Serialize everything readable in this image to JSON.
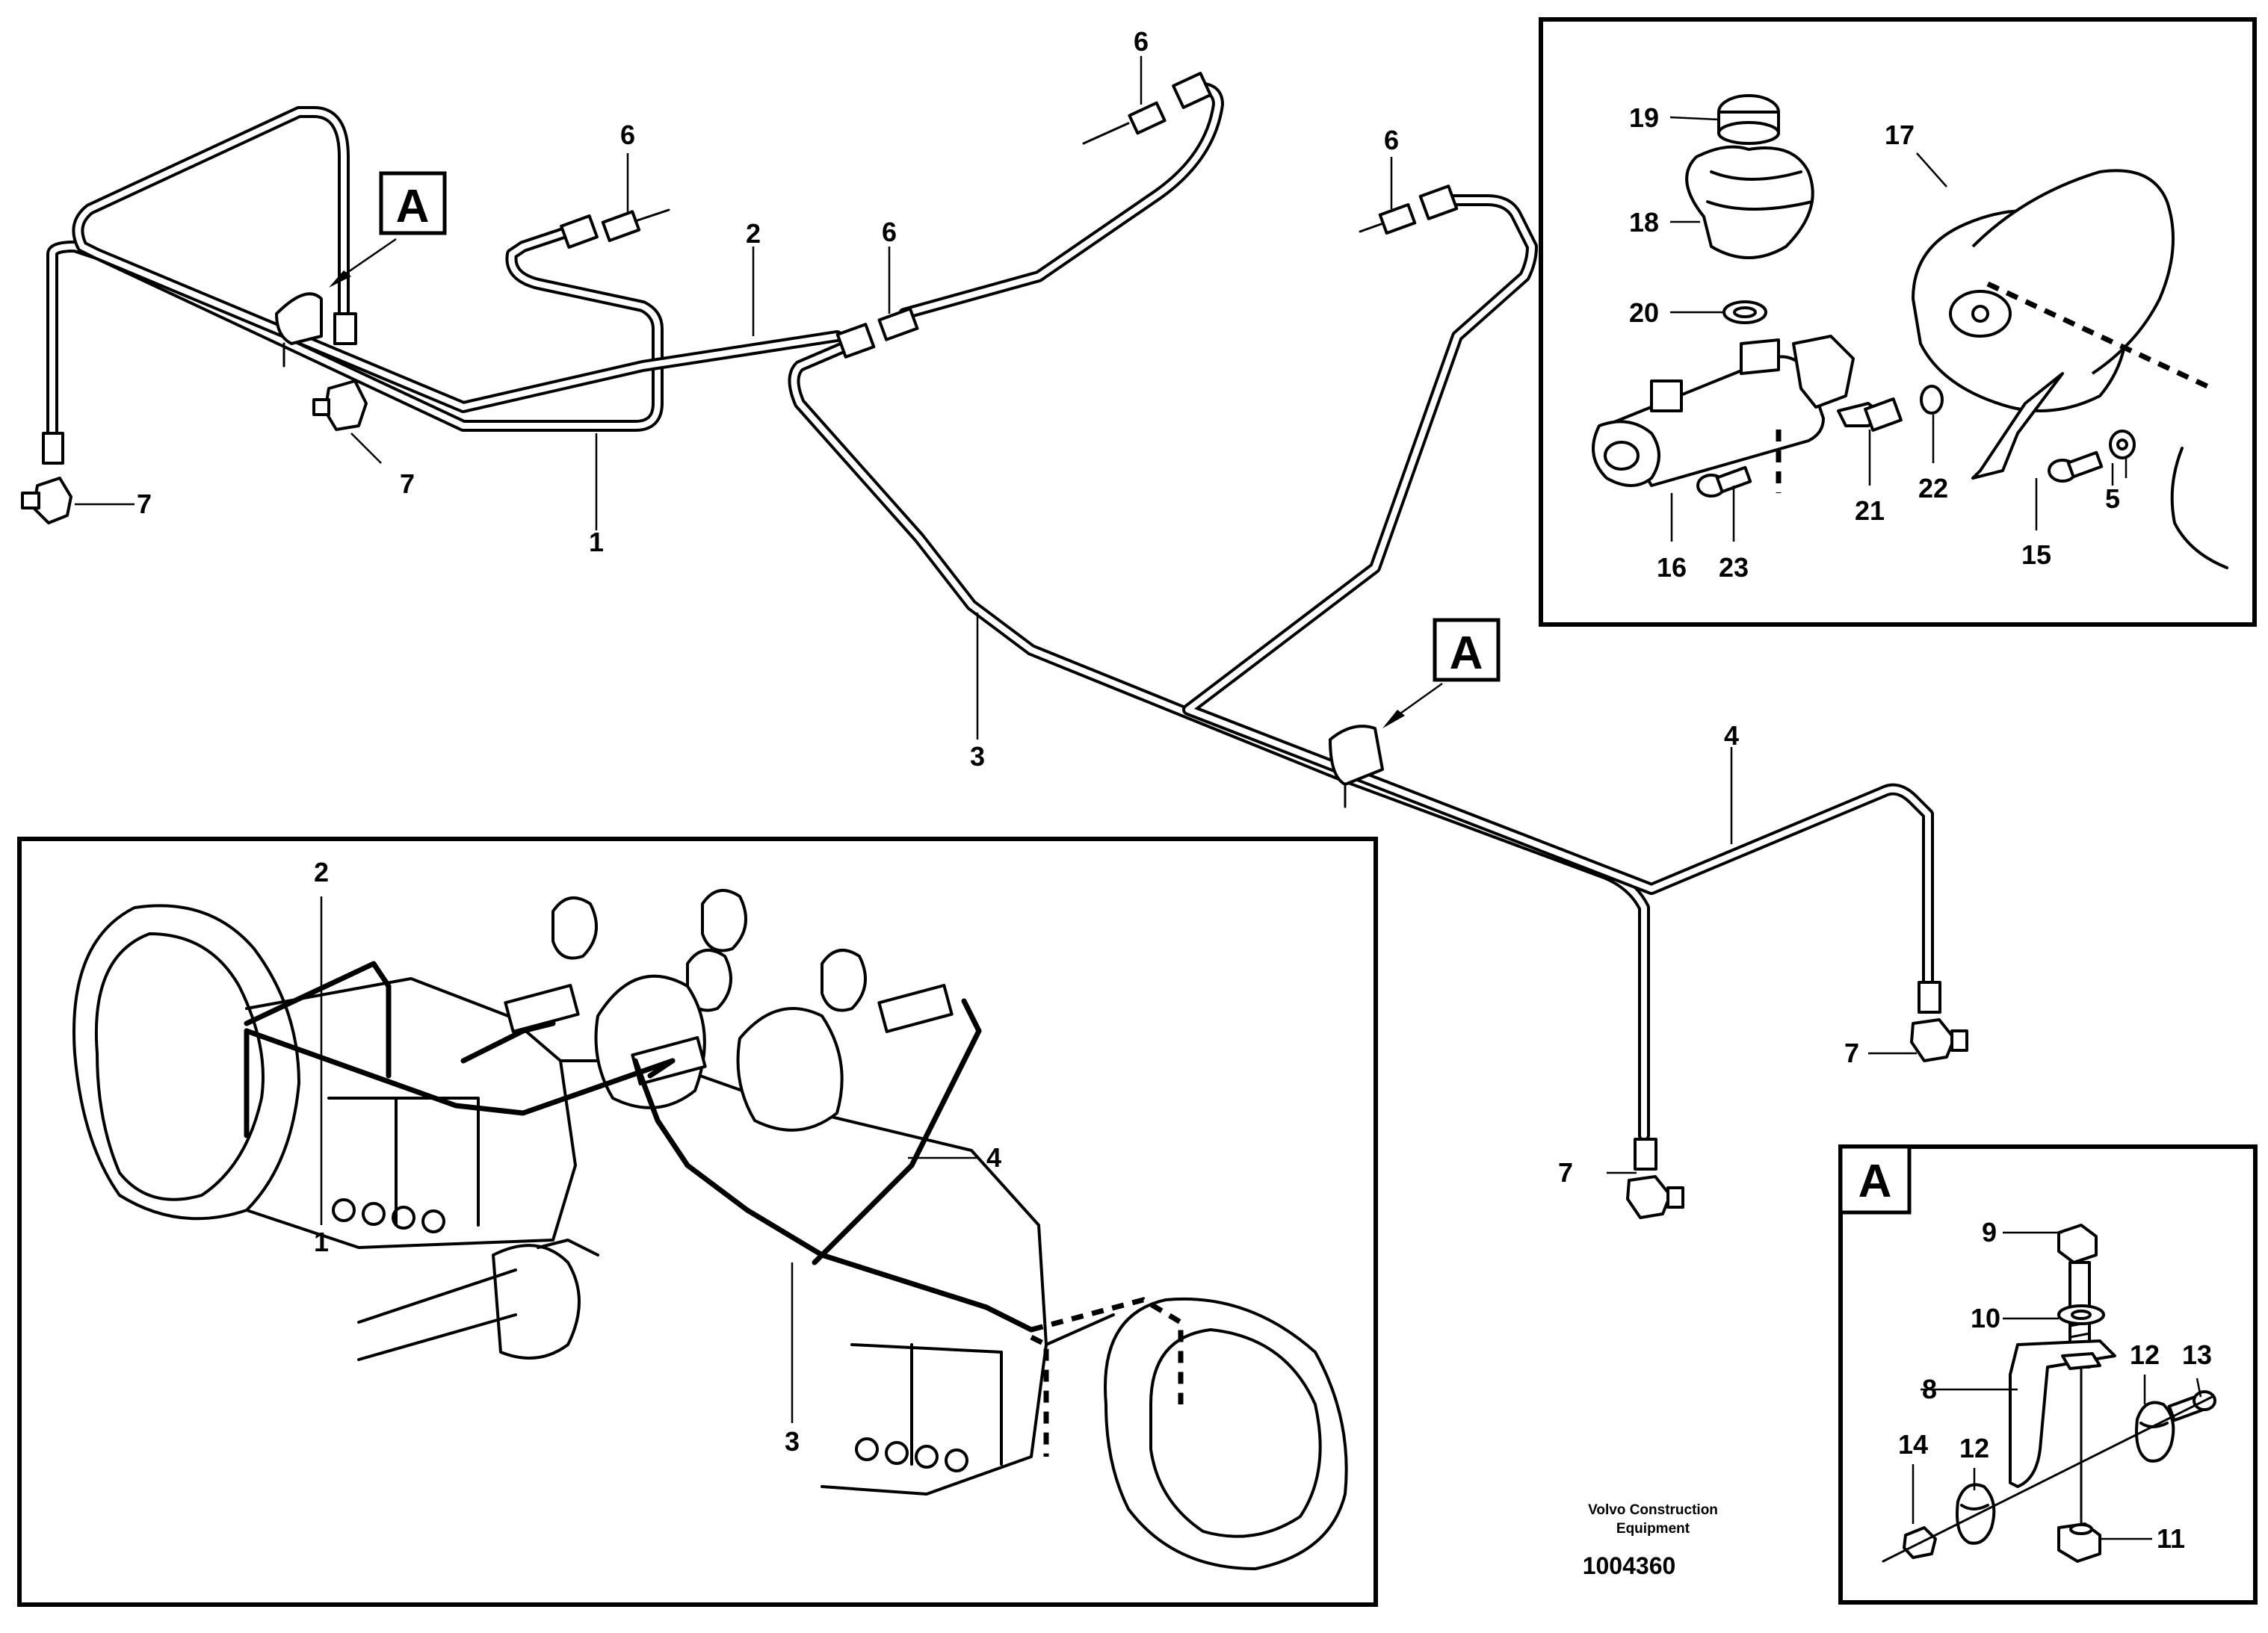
{
  "callouts": {
    "c1a": "1",
    "c1b": "1",
    "c2a": "2",
    "c2b": "2",
    "c3a": "3",
    "c3b": "3",
    "c4a": "4",
    "c4b": "4",
    "c5": "5",
    "c6a": "6",
    "c6b": "6",
    "c6c": "6",
    "c6d": "6",
    "c7a": "7",
    "c7b": "7",
    "c7c": "7",
    "c7d": "7",
    "c8": "8",
    "c9": "9",
    "c10": "10",
    "c11": "11",
    "c12a": "12",
    "c12b": "12",
    "c13": "13",
    "c14": "14",
    "c15": "15",
    "c16": "16",
    "c17": "17",
    "c18": "18",
    "c19": "19",
    "c20": "20",
    "c21": "21",
    "c22": "22",
    "c23": "23"
  },
  "detail_markers": {
    "a1": "A",
    "a2": "A",
    "a3": "A"
  },
  "caption": {
    "line1": "Volvo Construction",
    "line2": "Equipment"
  },
  "drawing_number": "1004360"
}
